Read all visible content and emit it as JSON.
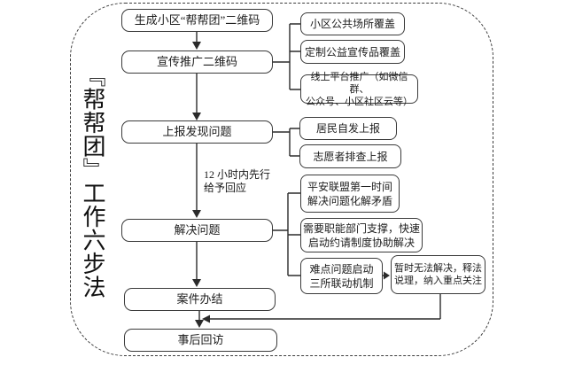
{
  "colors": {
    "background": "#ffffff",
    "line": "#2b2b2b",
    "box_border": "#3a3a3a",
    "text": "#1c1c1c"
  },
  "title": {
    "text": "『帮帮团』工作六步法"
  },
  "steps": [
    {
      "label": "生成小区“帮帮团”二维码"
    },
    {
      "label": "宣传推广二维码"
    },
    {
      "label": "上报发现问题"
    },
    {
      "label": "解决问题"
    },
    {
      "label": "案件办结"
    },
    {
      "label": "事后回访"
    }
  ],
  "annotation": {
    "lines": [
      "12 小时内先行",
      "给予回应"
    ]
  },
  "promotion_branches": [
    {
      "lines": [
        "小区公共场所覆盖"
      ]
    },
    {
      "lines": [
        "定制公益宣传品覆盖"
      ]
    },
    {
      "lines": [
        "线上平台推广（如微信群、",
        "公众号、小区社区云等）"
      ]
    }
  ],
  "report_branches": [
    {
      "lines": [
        "居民自发上报"
      ]
    },
    {
      "lines": [
        "志愿者排查上报"
      ]
    }
  ],
  "solve_branches": [
    {
      "lines": [
        "平安联盟第一时间",
        "解决问题化解矛盾"
      ]
    },
    {
      "lines": [
        "需要职能部门支撑，快速",
        "启动约请制度协助解决"
      ]
    },
    {
      "lines": [
        "难点问题启动",
        "三所联动机制"
      ]
    }
  ],
  "fallback_branch": {
    "lines": [
      "暂时无法解决，释法",
      "说理，纳入重点关注"
    ]
  }
}
